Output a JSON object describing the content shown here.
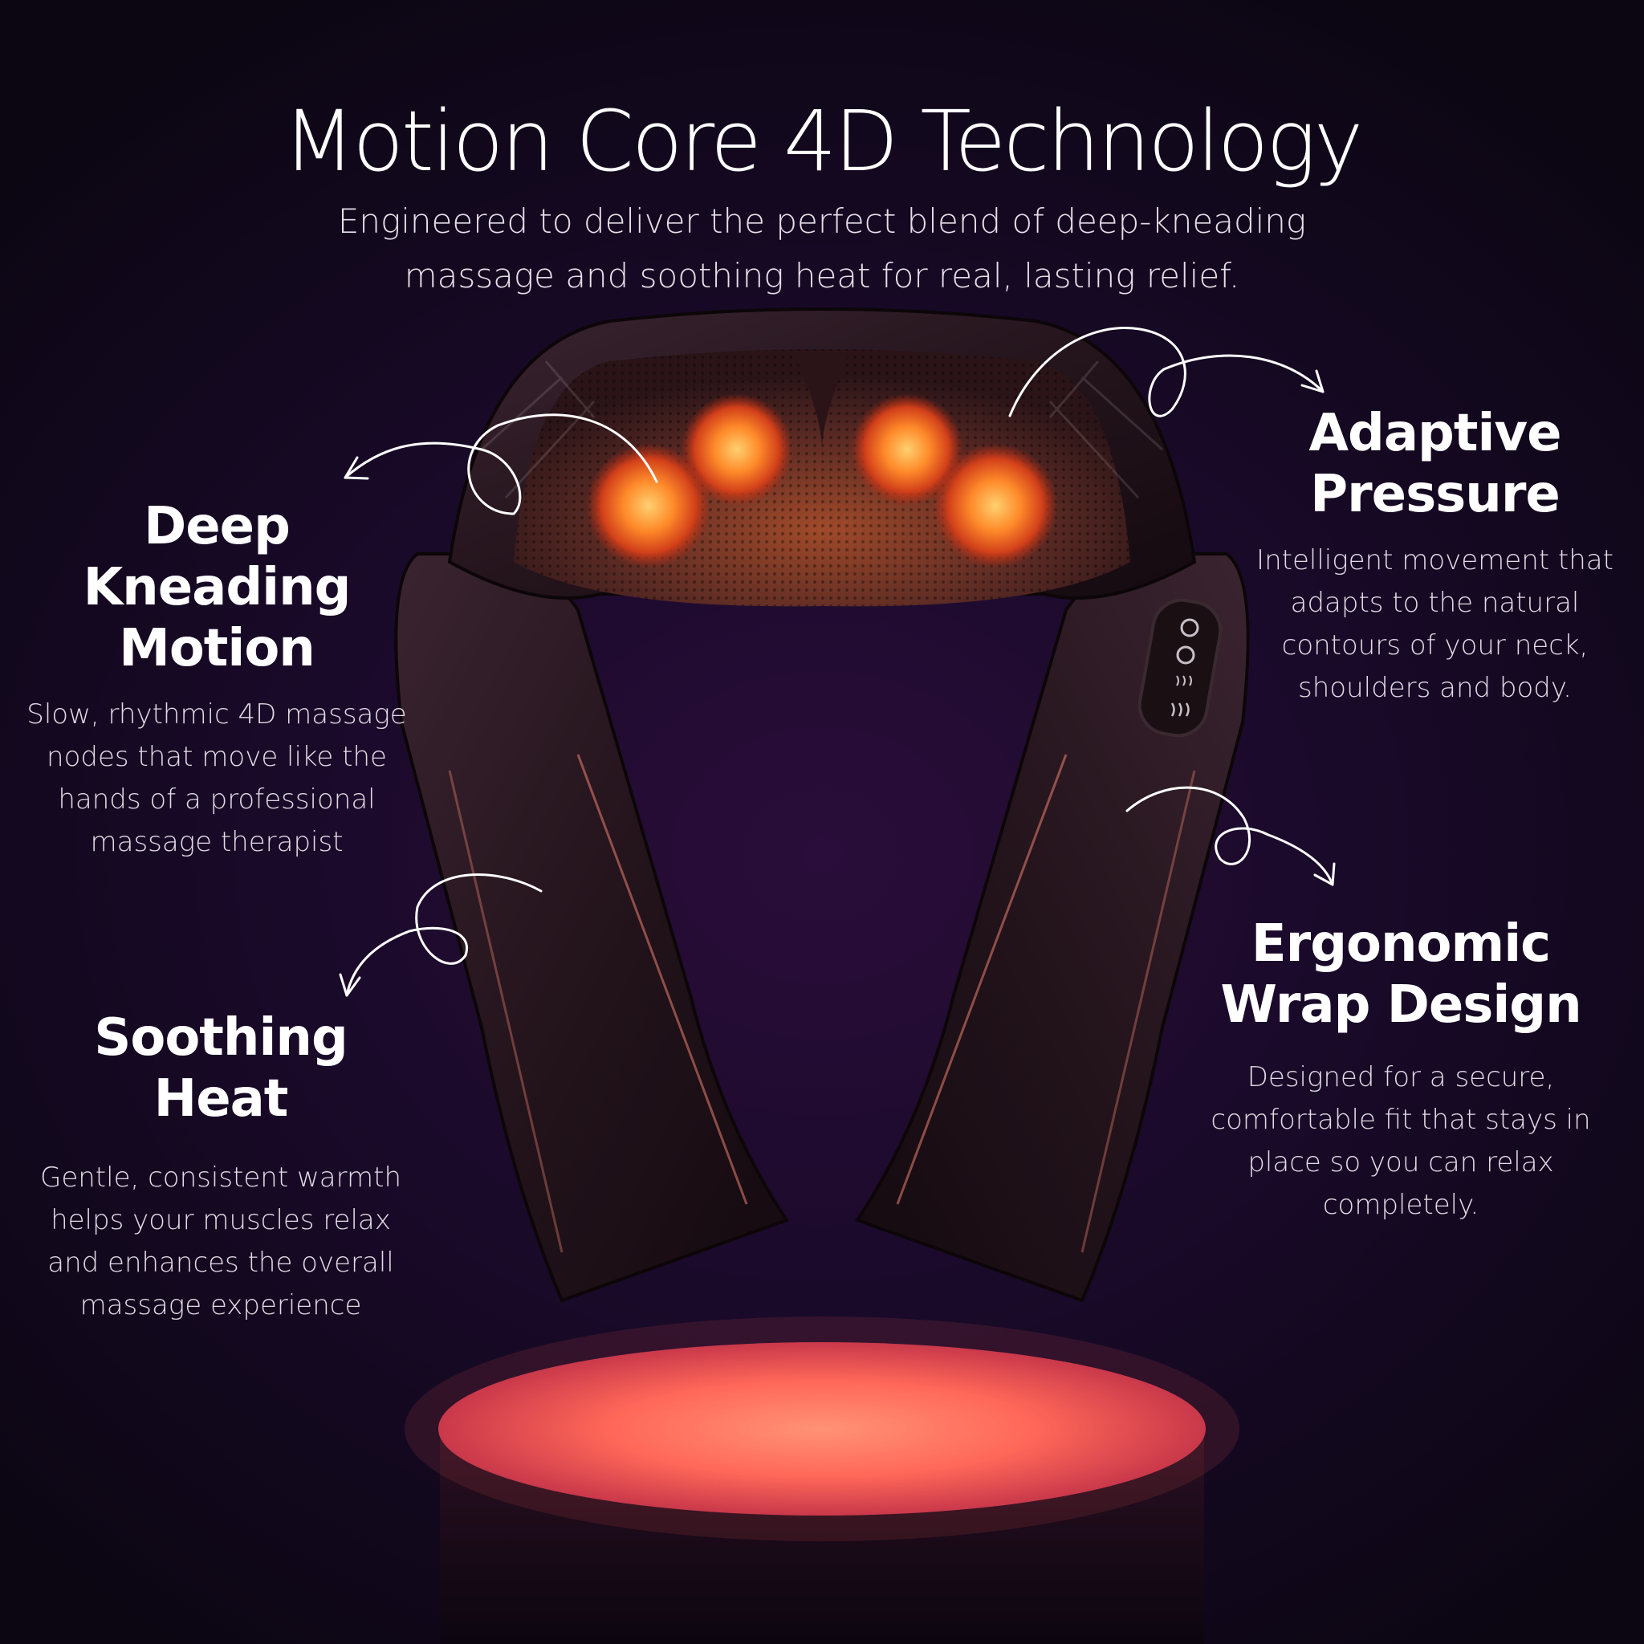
{
  "header": {
    "title": "Motion Core 4D Technology",
    "subtitle": "Engineered to deliver the perfect blend of deep-kneading massage and soothing heat for real, lasting relief."
  },
  "features": [
    {
      "id": "deep-kneading",
      "title": "Deep Kneading Motion",
      "description": "Slow, rhythmic 4D massage nodes that move like the hands of a professional massage therapist"
    },
    {
      "id": "adaptive-pressure",
      "title": "Adaptive Pressure",
      "description": "Intelligent movement that adapts to the natural contours of your neck, shoulders and body."
    },
    {
      "id": "soothing-heat",
      "title": "Soothing Heat",
      "description": "Gentle, consistent warmth helps your muscles relax and enhances the overall massage experience"
    },
    {
      "id": "ergonomic-wrap",
      "title": "Ergonomic Wrap Design",
      "description": "Designed for a secure, comfortable fit that stays in place so you can relax completely."
    }
  ],
  "colors": {
    "background": "#140820",
    "heat_glow": "#ff6a2a",
    "pedestal_glow": "#ff5a4a",
    "leather": "#2a1a24"
  },
  "icons": [
    "power-icon",
    "mode-icon",
    "heat-low-icon",
    "heat-high-icon",
    "arrow-icon"
  ]
}
